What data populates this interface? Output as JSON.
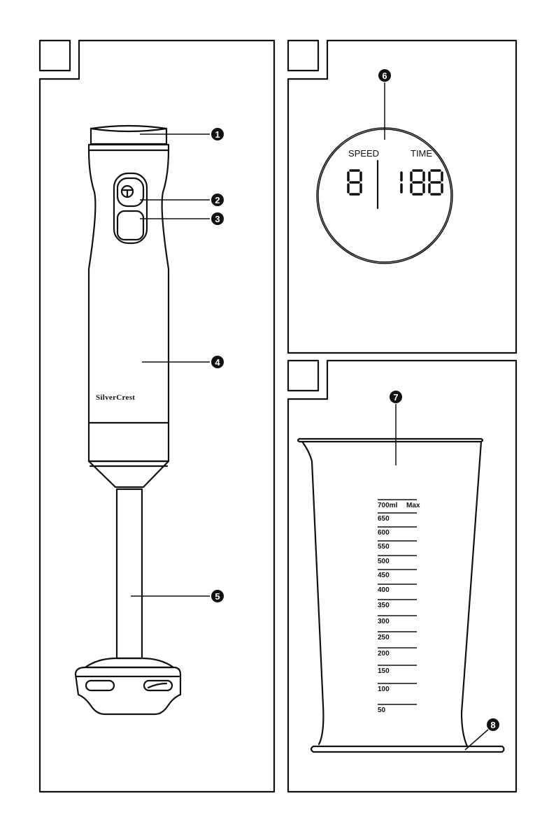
{
  "panels": [
    {
      "name": "hand-blender-overview",
      "callouts": [
        "1",
        "2",
        "3",
        "4",
        "5"
      ],
      "brand": "SilverCrest"
    },
    {
      "name": "display-detail",
      "callouts": [
        "6"
      ],
      "display": {
        "speed_label": "SPEED",
        "time_label": "TIME",
        "speed_digits": "8",
        "time_digits": "188"
      }
    },
    {
      "name": "measuring-cup",
      "callouts": [
        "7",
        "8"
      ],
      "scale_top": "700ml",
      "scale_max": "Max",
      "scale_marks": [
        "650",
        "600",
        "550",
        "500",
        "450",
        "400",
        "350",
        "300",
        "250",
        "200",
        "150",
        "100",
        "50"
      ]
    }
  ]
}
